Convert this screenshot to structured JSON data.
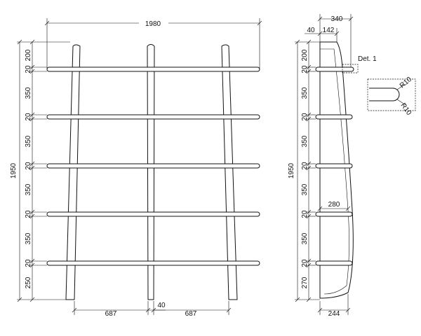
{
  "front_view": {
    "overall_width": "1980",
    "overall_height": "1950",
    "vertical_dims": [
      "200",
      "20",
      "350",
      "20",
      "350",
      "20",
      "350",
      "20",
      "350",
      "20",
      "250"
    ],
    "bottom_gap_left": "687",
    "center_post_width": "40",
    "bottom_gap_right": "687"
  },
  "side_view": {
    "overall_depth": "340",
    "post_top_width": "40",
    "post_top_depth": "142",
    "overall_height": "1950",
    "vertical_dims": [
      "200",
      "20",
      "350",
      "20",
      "350",
      "20",
      "350",
      "20",
      "350",
      "20",
      "270"
    ],
    "inner_depth": "280",
    "base_depth": "244"
  },
  "detail": {
    "label": "Det. 1",
    "radius_top": "R10",
    "radius_bottom": "R10"
  }
}
